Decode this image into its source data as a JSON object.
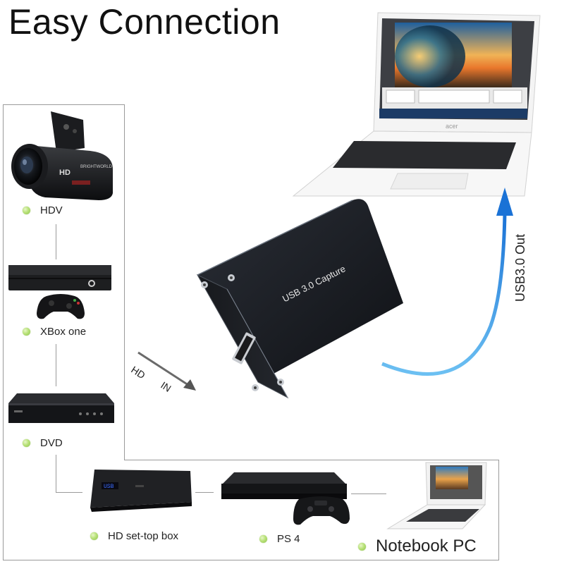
{
  "title": "Easy Connection",
  "devices": {
    "hdv": {
      "label": "HDV",
      "camera_brand": "BRIGHTWORLD",
      "camera_badge": "HD"
    },
    "xbox": {
      "label": "XBox one"
    },
    "dvd": {
      "label": "DVD"
    },
    "settop": {
      "label": "HD set-top box",
      "display": "USB"
    },
    "ps4": {
      "label": "PS 4"
    },
    "notebook": {
      "label": "Notebook PC"
    }
  },
  "capture": {
    "label": "USB 3.0 Capture"
  },
  "arrows": {
    "in_hd": "HD",
    "in_in": "IN",
    "out": "USB3.0 Out"
  },
  "laptop": {
    "brand": "acer"
  },
  "colors": {
    "line": "#9a9a9a",
    "dot": "#a6d35a",
    "usb_arrow": "#2a8fe0",
    "capture_body": "#1c1f24"
  }
}
